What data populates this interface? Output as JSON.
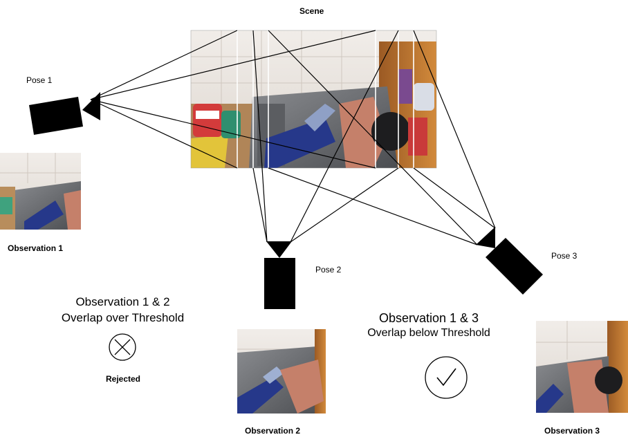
{
  "scene_title": "Scene",
  "poses": {
    "pose1": "Pose 1",
    "pose2": "Pose 2",
    "pose3": "Pose 3"
  },
  "observations": {
    "obs1": "Observation 1",
    "obs2": "Observation 2",
    "obs3": "Observation 3"
  },
  "comparisons": {
    "left": {
      "line1": "Observation 1 & 2",
      "line2": "Overlap over Threshold",
      "result": "Rejected"
    },
    "right": {
      "line1": "Observation 1 & 3",
      "line2": "Overlap below Threshold"
    }
  },
  "colors": {
    "camera": "#000000",
    "tile": "#ece7e2",
    "sink": "#6d6f72",
    "glove": "#263a86",
    "counter": "#b88d5c",
    "bottle": "#d93a3a",
    "arm": "#c8846a"
  }
}
